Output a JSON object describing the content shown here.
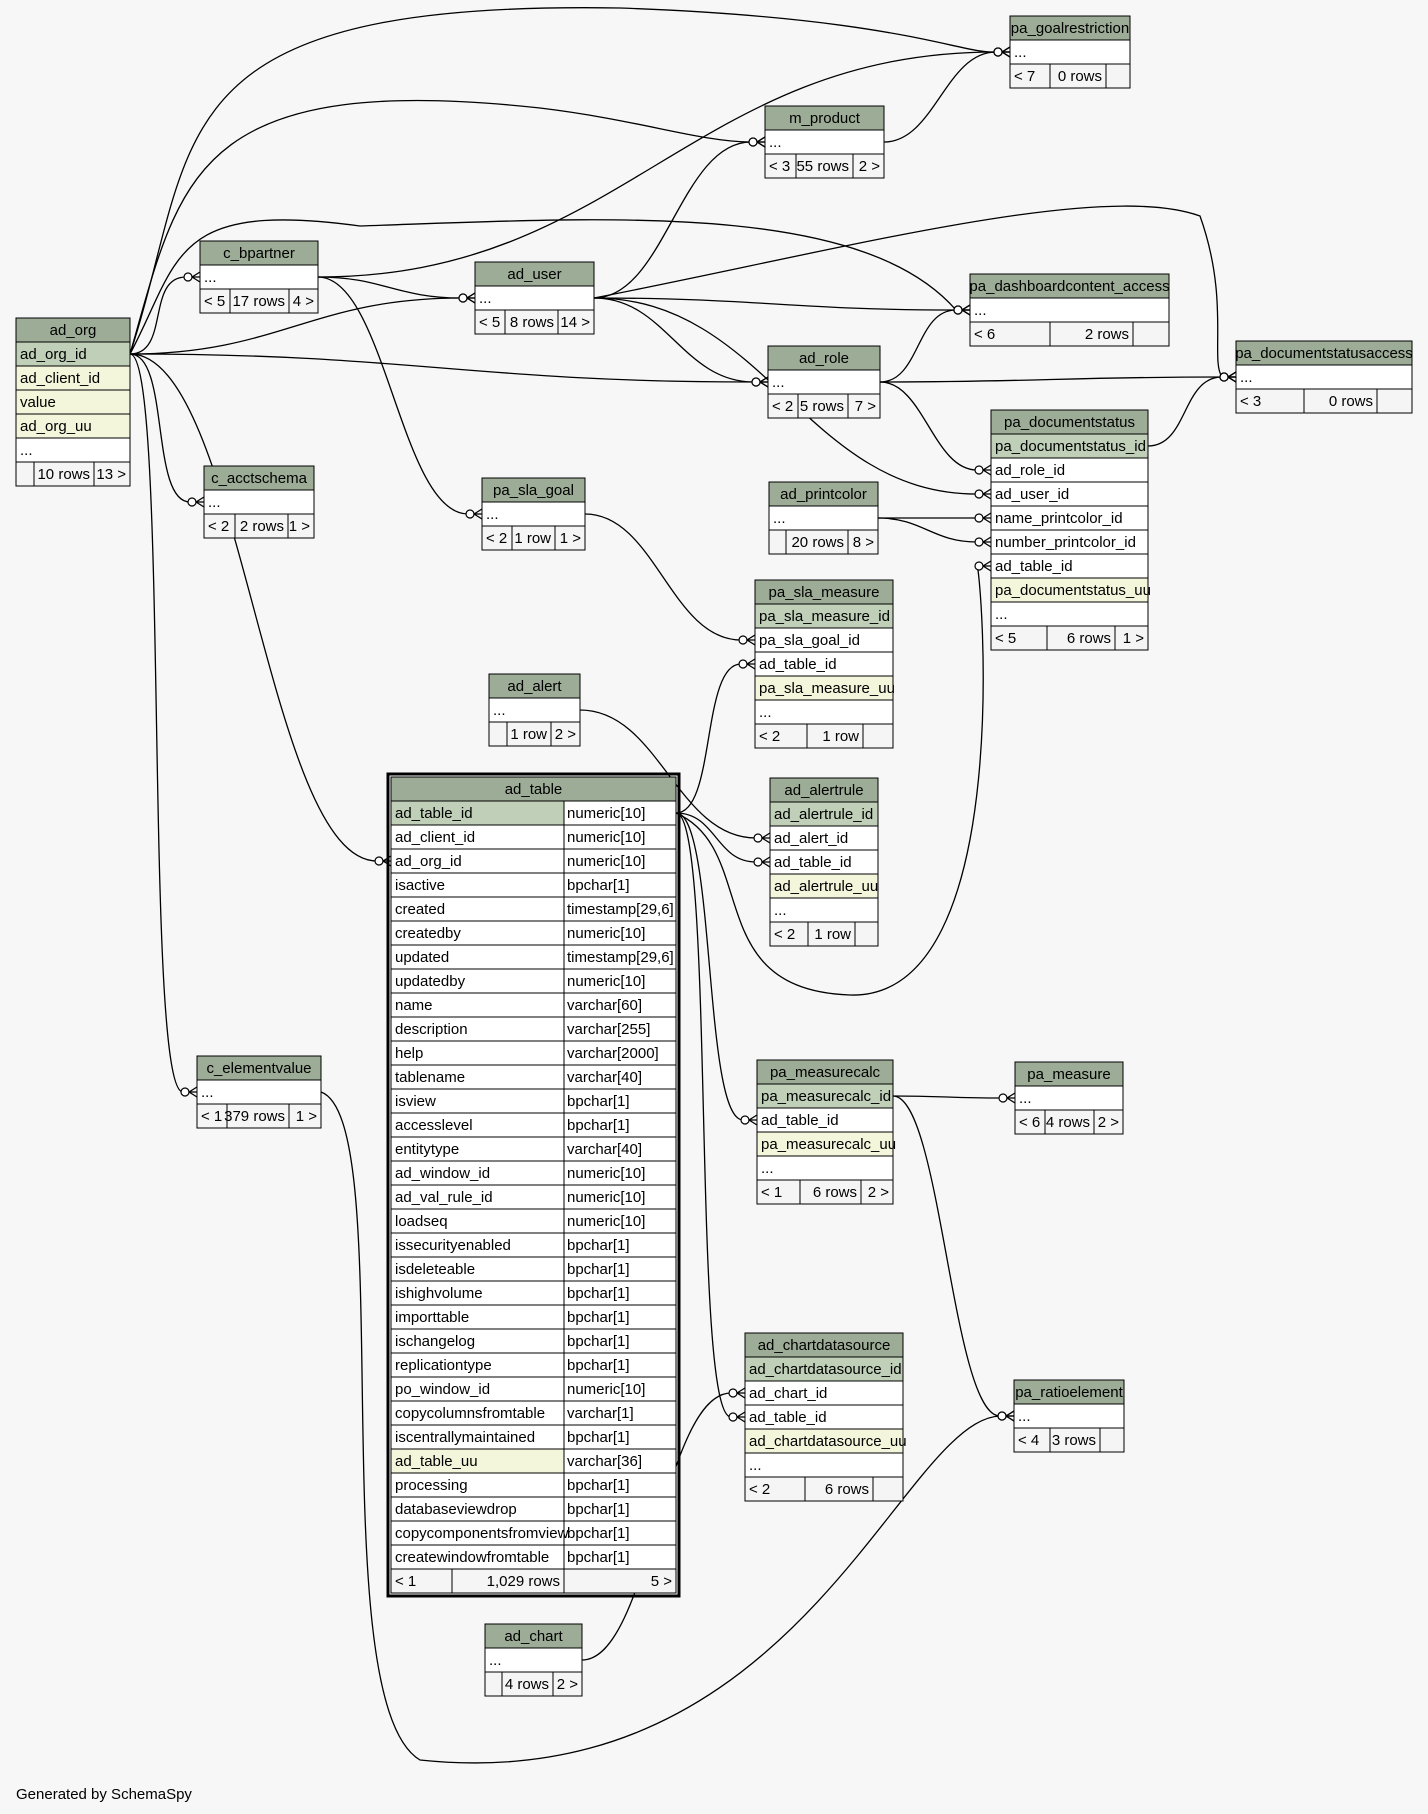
{
  "footer": "Generated by SchemaSpy",
  "colors": {
    "header": "#9dac96",
    "key": "#bfcfb8",
    "uu": "#f4f6dc",
    "row": "#ffffff",
    "count": "#f5f5f5",
    "line": "#000000"
  },
  "tables": [
    {
      "id": "pa_goalrestriction",
      "title": "pa_goalrestriction",
      "rows": [
        {
          "kind": "ellipsis",
          "text": "..."
        }
      ],
      "counts": {
        "left": "< 7",
        "rows": "0 rows",
        "right": ""
      }
    },
    {
      "id": "m_product",
      "title": "m_product",
      "rows": [
        {
          "kind": "ellipsis",
          "text": "..."
        }
      ],
      "counts": {
        "left": "< 3",
        "rows": "55 rows",
        "right": "2 >"
      }
    },
    {
      "id": "c_bpartner",
      "title": "c_bpartner",
      "rows": [
        {
          "kind": "ellipsis",
          "text": "..."
        }
      ],
      "counts": {
        "left": "< 5",
        "rows": "17 rows",
        "right": "4 >"
      }
    },
    {
      "id": "ad_user",
      "title": "ad_user",
      "rows": [
        {
          "kind": "ellipsis",
          "text": "..."
        }
      ],
      "counts": {
        "left": "< 5",
        "rows": "8 rows",
        "right": "14 >"
      }
    },
    {
      "id": "pa_dashboardcontent_access",
      "title": "pa_dashboardcontent_access",
      "rows": [
        {
          "kind": "ellipsis",
          "text": "..."
        }
      ],
      "counts": {
        "left": "< 6",
        "rows": "2 rows",
        "right": ""
      }
    },
    {
      "id": "pa_documentstatusaccess",
      "title": "pa_documentstatusaccess",
      "rows": [
        {
          "kind": "ellipsis",
          "text": "..."
        }
      ],
      "counts": {
        "left": "< 3",
        "rows": "0 rows",
        "right": ""
      }
    },
    {
      "id": "ad_org",
      "title": "ad_org",
      "rows": [
        {
          "kind": "key",
          "text": "ad_org_id"
        },
        {
          "kind": "uu",
          "text": "ad_client_id"
        },
        {
          "kind": "uu",
          "text": "value"
        },
        {
          "kind": "uu",
          "text": "ad_org_uu"
        },
        {
          "kind": "ellipsis",
          "text": "..."
        }
      ],
      "counts": {
        "left": "",
        "rows": "10 rows",
        "right": "13 >"
      }
    },
    {
      "id": "ad_role",
      "title": "ad_role",
      "rows": [
        {
          "kind": "ellipsis",
          "text": "..."
        }
      ],
      "counts": {
        "left": "< 2",
        "rows": "5 rows",
        "right": "7 >"
      }
    },
    {
      "id": "pa_documentstatus",
      "title": "pa_documentstatus",
      "rows": [
        {
          "kind": "key",
          "text": "pa_documentstatus_id"
        },
        {
          "kind": "plain",
          "text": "ad_role_id"
        },
        {
          "kind": "plain",
          "text": "ad_user_id"
        },
        {
          "kind": "plain",
          "text": "name_printcolor_id"
        },
        {
          "kind": "plain",
          "text": "number_printcolor_id"
        },
        {
          "kind": "plain",
          "text": "ad_table_id"
        },
        {
          "kind": "uu",
          "text": "pa_documentstatus_uu"
        },
        {
          "kind": "ellipsis",
          "text": "..."
        }
      ],
      "counts": {
        "left": "< 5",
        "rows": "6 rows",
        "right": "1 >"
      }
    },
    {
      "id": "c_acctschema",
      "title": "c_acctschema",
      "rows": [
        {
          "kind": "ellipsis",
          "text": "..."
        }
      ],
      "counts": {
        "left": "< 2",
        "rows": "2 rows",
        "right": "1 >"
      }
    },
    {
      "id": "pa_sla_goal",
      "title": "pa_sla_goal",
      "rows": [
        {
          "kind": "ellipsis",
          "text": "..."
        }
      ],
      "counts": {
        "left": "< 2",
        "rows": "1 row",
        "right": "1 >"
      }
    },
    {
      "id": "ad_printcolor",
      "title": "ad_printcolor",
      "rows": [
        {
          "kind": "ellipsis",
          "text": "..."
        }
      ],
      "counts": {
        "left": "",
        "rows": "20 rows",
        "right": "8 >"
      }
    },
    {
      "id": "pa_sla_measure",
      "title": "pa_sla_measure",
      "rows": [
        {
          "kind": "key",
          "text": "pa_sla_measure_id"
        },
        {
          "kind": "plain",
          "text": "pa_sla_goal_id"
        },
        {
          "kind": "plain",
          "text": "ad_table_id"
        },
        {
          "kind": "uu",
          "text": "pa_sla_measure_uu"
        },
        {
          "kind": "ellipsis",
          "text": "..."
        }
      ],
      "counts": {
        "left": "< 2",
        "rows": "1 row",
        "right": ""
      }
    },
    {
      "id": "ad_alert",
      "title": "ad_alert",
      "rows": [
        {
          "kind": "ellipsis",
          "text": "..."
        }
      ],
      "counts": {
        "left": "",
        "rows": "1 row",
        "right": "2 >"
      }
    },
    {
      "id": "ad_alertrule",
      "title": "ad_alertrule",
      "rows": [
        {
          "kind": "key",
          "text": "ad_alertrule_id"
        },
        {
          "kind": "plain",
          "text": "ad_alert_id"
        },
        {
          "kind": "plain",
          "text": "ad_table_id"
        },
        {
          "kind": "uu",
          "text": "ad_alertrule_uu"
        },
        {
          "kind": "ellipsis",
          "text": "..."
        }
      ],
      "counts": {
        "left": "< 2",
        "rows": "1 row",
        "right": ""
      }
    },
    {
      "id": "c_elementvalue",
      "title": "c_elementvalue",
      "rows": [
        {
          "kind": "ellipsis",
          "text": "..."
        }
      ],
      "counts": {
        "left": "< 1",
        "rows": "379 rows",
        "right": "1 >"
      }
    },
    {
      "id": "pa_measurecalc",
      "title": "pa_measurecalc",
      "rows": [
        {
          "kind": "key",
          "text": "pa_measurecalc_id"
        },
        {
          "kind": "plain",
          "text": "ad_table_id"
        },
        {
          "kind": "uu",
          "text": "pa_measurecalc_uu"
        },
        {
          "kind": "ellipsis",
          "text": "..."
        }
      ],
      "counts": {
        "left": "< 1",
        "rows": "6 rows",
        "right": "2 >"
      }
    },
    {
      "id": "pa_measure",
      "title": "pa_measure",
      "rows": [
        {
          "kind": "ellipsis",
          "text": "..."
        }
      ],
      "counts": {
        "left": "< 6",
        "rows": "4 rows",
        "right": "2 >"
      }
    },
    {
      "id": "ad_chartdatasource",
      "title": "ad_chartdatasource",
      "rows": [
        {
          "kind": "key",
          "text": "ad_chartdatasource_id"
        },
        {
          "kind": "plain",
          "text": "ad_chart_id"
        },
        {
          "kind": "plain",
          "text": "ad_table_id"
        },
        {
          "kind": "uu",
          "text": "ad_chartdatasource_uu"
        },
        {
          "kind": "ellipsis",
          "text": "..."
        }
      ],
      "counts": {
        "left": "< 2",
        "rows": "6 rows",
        "right": ""
      }
    },
    {
      "id": "pa_ratioelement",
      "title": "pa_ratioelement",
      "rows": [
        {
          "kind": "ellipsis",
          "text": "..."
        }
      ],
      "counts": {
        "left": "< 4",
        "rows": "3 rows",
        "right": ""
      }
    },
    {
      "id": "ad_chart",
      "title": "ad_chart",
      "rows": [
        {
          "kind": "ellipsis",
          "text": "..."
        }
      ],
      "counts": {
        "left": "",
        "rows": "4 rows",
        "right": "2 >"
      }
    },
    {
      "id": "ad_table",
      "title": "ad_table",
      "focus": true,
      "rows": [
        {
          "kind": "key",
          "text": "ad_table_id",
          "type": "numeric[10]"
        },
        {
          "kind": "plain",
          "text": "ad_client_id",
          "type": "numeric[10]"
        },
        {
          "kind": "plain",
          "text": "ad_org_id",
          "type": "numeric[10]"
        },
        {
          "kind": "plain",
          "text": "isactive",
          "type": "bpchar[1]"
        },
        {
          "kind": "plain",
          "text": "created",
          "type": "timestamp[29,6]"
        },
        {
          "kind": "plain",
          "text": "createdby",
          "type": "numeric[10]"
        },
        {
          "kind": "plain",
          "text": "updated",
          "type": "timestamp[29,6]"
        },
        {
          "kind": "plain",
          "text": "updatedby",
          "type": "numeric[10]"
        },
        {
          "kind": "plain",
          "text": "name",
          "type": "varchar[60]"
        },
        {
          "kind": "plain",
          "text": "description",
          "type": "varchar[255]"
        },
        {
          "kind": "plain",
          "text": "help",
          "type": "varchar[2000]"
        },
        {
          "kind": "plain",
          "text": "tablename",
          "type": "varchar[40]"
        },
        {
          "kind": "plain",
          "text": "isview",
          "type": "bpchar[1]"
        },
        {
          "kind": "plain",
          "text": "accesslevel",
          "type": "bpchar[1]"
        },
        {
          "kind": "plain",
          "text": "entitytype",
          "type": "varchar[40]"
        },
        {
          "kind": "plain",
          "text": "ad_window_id",
          "type": "numeric[10]"
        },
        {
          "kind": "plain",
          "text": "ad_val_rule_id",
          "type": "numeric[10]"
        },
        {
          "kind": "plain",
          "text": "loadseq",
          "type": "numeric[10]"
        },
        {
          "kind": "plain",
          "text": "issecurityenabled",
          "type": "bpchar[1]"
        },
        {
          "kind": "plain",
          "text": "isdeleteable",
          "type": "bpchar[1]"
        },
        {
          "kind": "plain",
          "text": "ishighvolume",
          "type": "bpchar[1]"
        },
        {
          "kind": "plain",
          "text": "importtable",
          "type": "bpchar[1]"
        },
        {
          "kind": "plain",
          "text": "ischangelog",
          "type": "bpchar[1]"
        },
        {
          "kind": "plain",
          "text": "replicationtype",
          "type": "bpchar[1]"
        },
        {
          "kind": "plain",
          "text": "po_window_id",
          "type": "numeric[10]"
        },
        {
          "kind": "plain",
          "text": "copycolumnsfromtable",
          "type": "varchar[1]"
        },
        {
          "kind": "plain",
          "text": "iscentrallymaintained",
          "type": "bpchar[1]"
        },
        {
          "kind": "uu",
          "text": "ad_table_uu",
          "type": "varchar[36]"
        },
        {
          "kind": "plain",
          "text": "processing",
          "type": "bpchar[1]"
        },
        {
          "kind": "plain",
          "text": "databaseviewdrop",
          "type": "bpchar[1]"
        },
        {
          "kind": "plain",
          "text": "copycomponentsfromview",
          "type": "bpchar[1]"
        },
        {
          "kind": "plain",
          "text": "createwindowfromtable",
          "type": "bpchar[1]"
        }
      ],
      "counts": {
        "left": "< 1",
        "rows": "1,029 rows",
        "right": "5 >"
      }
    }
  ]
}
